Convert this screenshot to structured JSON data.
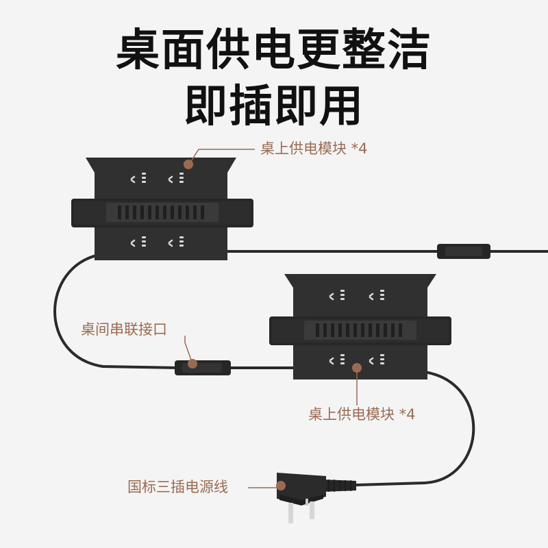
{
  "headline": {
    "line1": "桌面供电更整洁",
    "line2": "即插即用"
  },
  "callouts": {
    "top_module": "桌上供电模块 *4",
    "series_port": "桌间串联接口",
    "bottom_module": "桌上供电模块 *4",
    "power_cord": "国标三插电源线"
  },
  "colors": {
    "background": "#f4f4f4",
    "module": "#2e2e2e",
    "cable": "#2a2a2a",
    "callout_accent": "#9a6b52"
  }
}
